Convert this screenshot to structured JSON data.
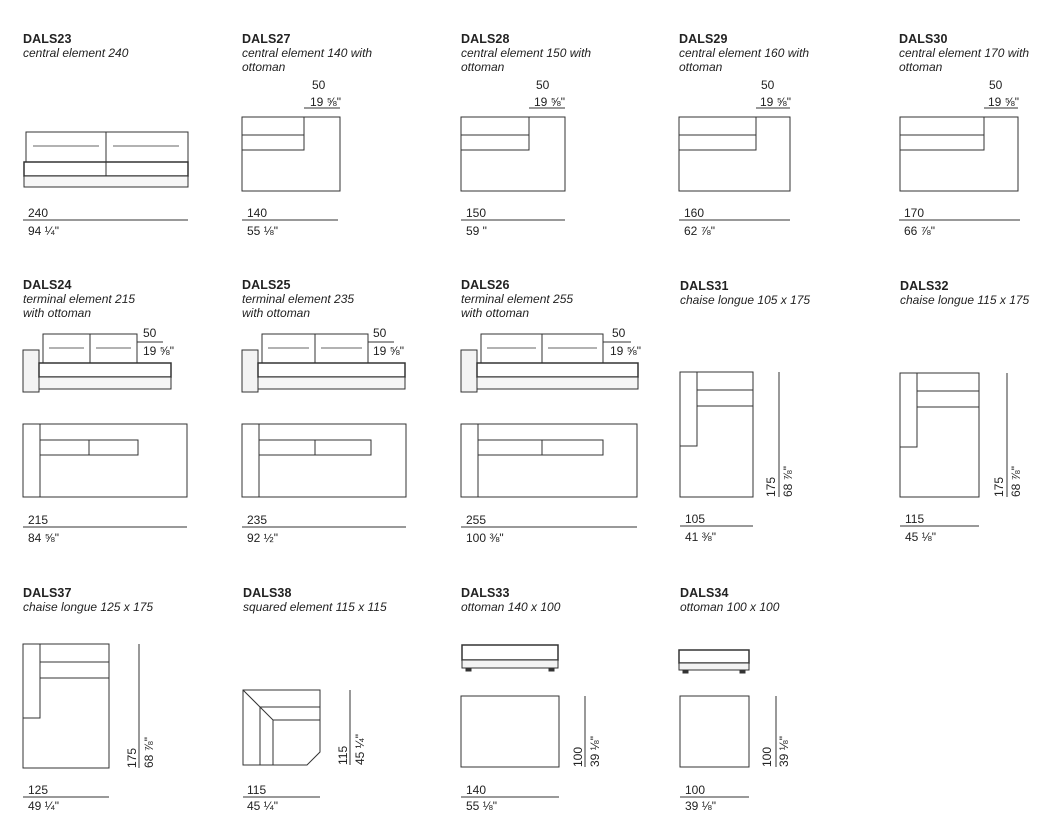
{
  "items": [
    {
      "code": "DALS23",
      "desc": "central element 240",
      "w_cm": "240",
      "w_in": "94 ¼\"",
      "d_cm": "",
      "d_in": "",
      "o_cm": "",
      "o_in": ""
    },
    {
      "code": "DALS27",
      "desc": "central element 140 with ottoman",
      "w_cm": "140",
      "w_in": "55 ⅛\"",
      "d_cm": "",
      "d_in": "",
      "o_cm": "50",
      "o_in": "19 ⅝\""
    },
    {
      "code": "DALS28",
      "desc": "central element 150 with ottoman",
      "w_cm": "150",
      "w_in": "59 \"",
      "d_cm": "",
      "d_in": "",
      "o_cm": "50",
      "o_in": "19 ⅝\""
    },
    {
      "code": "DALS29",
      "desc": "central element 160 with ottoman",
      "w_cm": "160",
      "w_in": "62 ⅞\"",
      "d_cm": "",
      "d_in": "",
      "o_cm": "50",
      "o_in": "19 ⅝\""
    },
    {
      "code": "DALS30",
      "desc": "central element 170 with ottoman",
      "w_cm": "170",
      "w_in": "66 ⅞\"",
      "d_cm": "",
      "d_in": "",
      "o_cm": "50",
      "o_in": "19 ⅝\""
    },
    {
      "code": "DALS24",
      "desc": "terminal element 215 with ottoman",
      "w_cm": "215",
      "w_in": "84 ⅝\"",
      "d_cm": "",
      "d_in": "",
      "o_cm": "50",
      "o_in": "19 ⅝\""
    },
    {
      "code": "DALS25",
      "desc": "terminal element 235 with ottoman",
      "w_cm": "235",
      "w_in": "92 ½\"",
      "d_cm": "",
      "d_in": "",
      "o_cm": "50",
      "o_in": "19 ⅝\""
    },
    {
      "code": "DALS26",
      "desc": "terminal element 255 with ottoman",
      "w_cm": "255",
      "w_in": "100 ⅜\"",
      "d_cm": "",
      "d_in": "",
      "o_cm": "50",
      "o_in": "19 ⅝\""
    },
    {
      "code": "DALS31",
      "desc": "chaise longue 105 x 175",
      "w_cm": "105",
      "w_in": "41 ⅜\"",
      "d_cm": "175",
      "d_in": "68 ⅞\"",
      "o_cm": "",
      "o_in": ""
    },
    {
      "code": "DALS32",
      "desc": "chaise longue 115 x 175",
      "w_cm": "115",
      "w_in": "45 ⅛\"",
      "d_cm": "175",
      "d_in": "68 ⅞\"",
      "o_cm": "",
      "o_in": ""
    },
    {
      "code": "DALS37",
      "desc": "chaise longue 125 x 175",
      "w_cm": "125",
      "w_in": "49 ¼\"",
      "d_cm": "175",
      "d_in": "68 ⅞\"",
      "o_cm": "",
      "o_in": ""
    },
    {
      "code": "DALS38",
      "desc": "squared element 115 x 115",
      "w_cm": "115",
      "w_in": "45 ¼\"",
      "d_cm": "115",
      "d_in": "45 ¼\"",
      "o_cm": "",
      "o_in": ""
    },
    {
      "code": "DALS33",
      "desc": "ottoman 140 x 100",
      "w_cm": "140",
      "w_in": "55 ⅛\"",
      "d_cm": "100",
      "d_in": "39 ⅛\"",
      "o_cm": "",
      "o_in": ""
    },
    {
      "code": "DALS34",
      "desc": "ottoman 100 x 100",
      "w_cm": "100",
      "w_in": "39 ⅛\"",
      "d_cm": "100",
      "d_in": "39 ⅛\"",
      "o_cm": "",
      "o_in": ""
    }
  ]
}
